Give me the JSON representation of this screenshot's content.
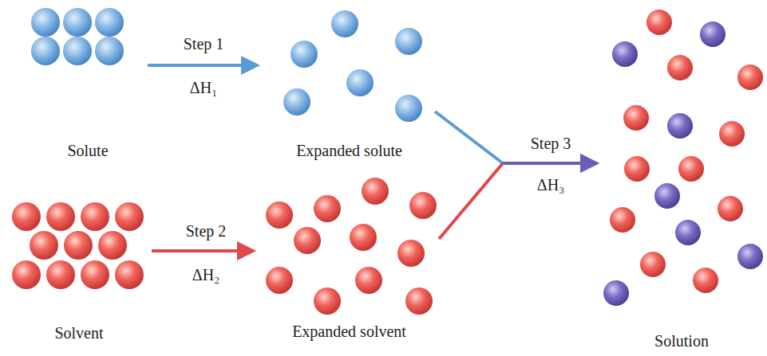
{
  "diagram": {
    "nodes": [
      {
        "text": [
          "Solute"
        ]
      },
      {
        "text": [
          "Expanded solute"
        ]
      },
      {
        "text": [
          "Solvent"
        ]
      },
      {
        "text": [
          "Expanded solvent"
        ]
      },
      {
        "text": [
          "Solution"
        ]
      }
    ],
    "edges": [
      {
        "from": 0,
        "to": 1,
        "label": "Step 1",
        "arrow": "to"
      },
      {
        "from": 2,
        "to": 3,
        "label": "Step 2",
        "arrow": "to"
      },
      {
        "from": 1,
        "to": 4,
        "label": "Step 3",
        "arrow": "to"
      },
      {
        "from": 3,
        "to": 4,
        "arrow": "to"
      }
    ],
    "labels": [
      "ΔH₁",
      "ΔH₂",
      "ΔH₃"
    ]
  }
}
